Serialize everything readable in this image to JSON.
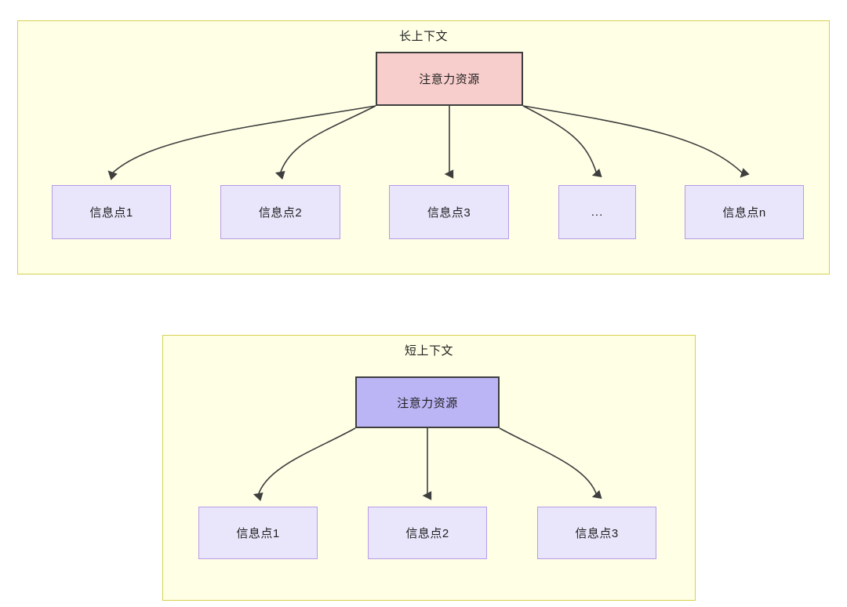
{
  "diagram": {
    "type": "attention-allocation-comparison",
    "panels": [
      {
        "id": "long-context",
        "title": "长上下文",
        "root": {
          "label": "注意力资源",
          "fill": "#F8CECC",
          "stroke": "#3E3E3E"
        },
        "leaves": [
          {
            "label": "信息点1"
          },
          {
            "label": "信息点2"
          },
          {
            "label": "信息点3"
          },
          {
            "label": "..."
          },
          {
            "label": "信息点n"
          }
        ],
        "panel_fill": "#FFFFE6",
        "panel_stroke": "#D6D14E"
      },
      {
        "id": "short-context",
        "title": "短上下文",
        "root": {
          "label": "注意力资源",
          "fill": "#BBB5F6",
          "stroke": "#3E3E3E"
        },
        "leaves": [
          {
            "label": "信息点1"
          },
          {
            "label": "信息点2"
          },
          {
            "label": "信息点3"
          }
        ],
        "panel_fill": "#FFFFE6",
        "panel_stroke": "#D6D14E"
      }
    ],
    "leaf_style": {
      "fill": "#E9E6FB",
      "stroke": "#B79BE8"
    },
    "edge_color": "#3E3E3E"
  }
}
